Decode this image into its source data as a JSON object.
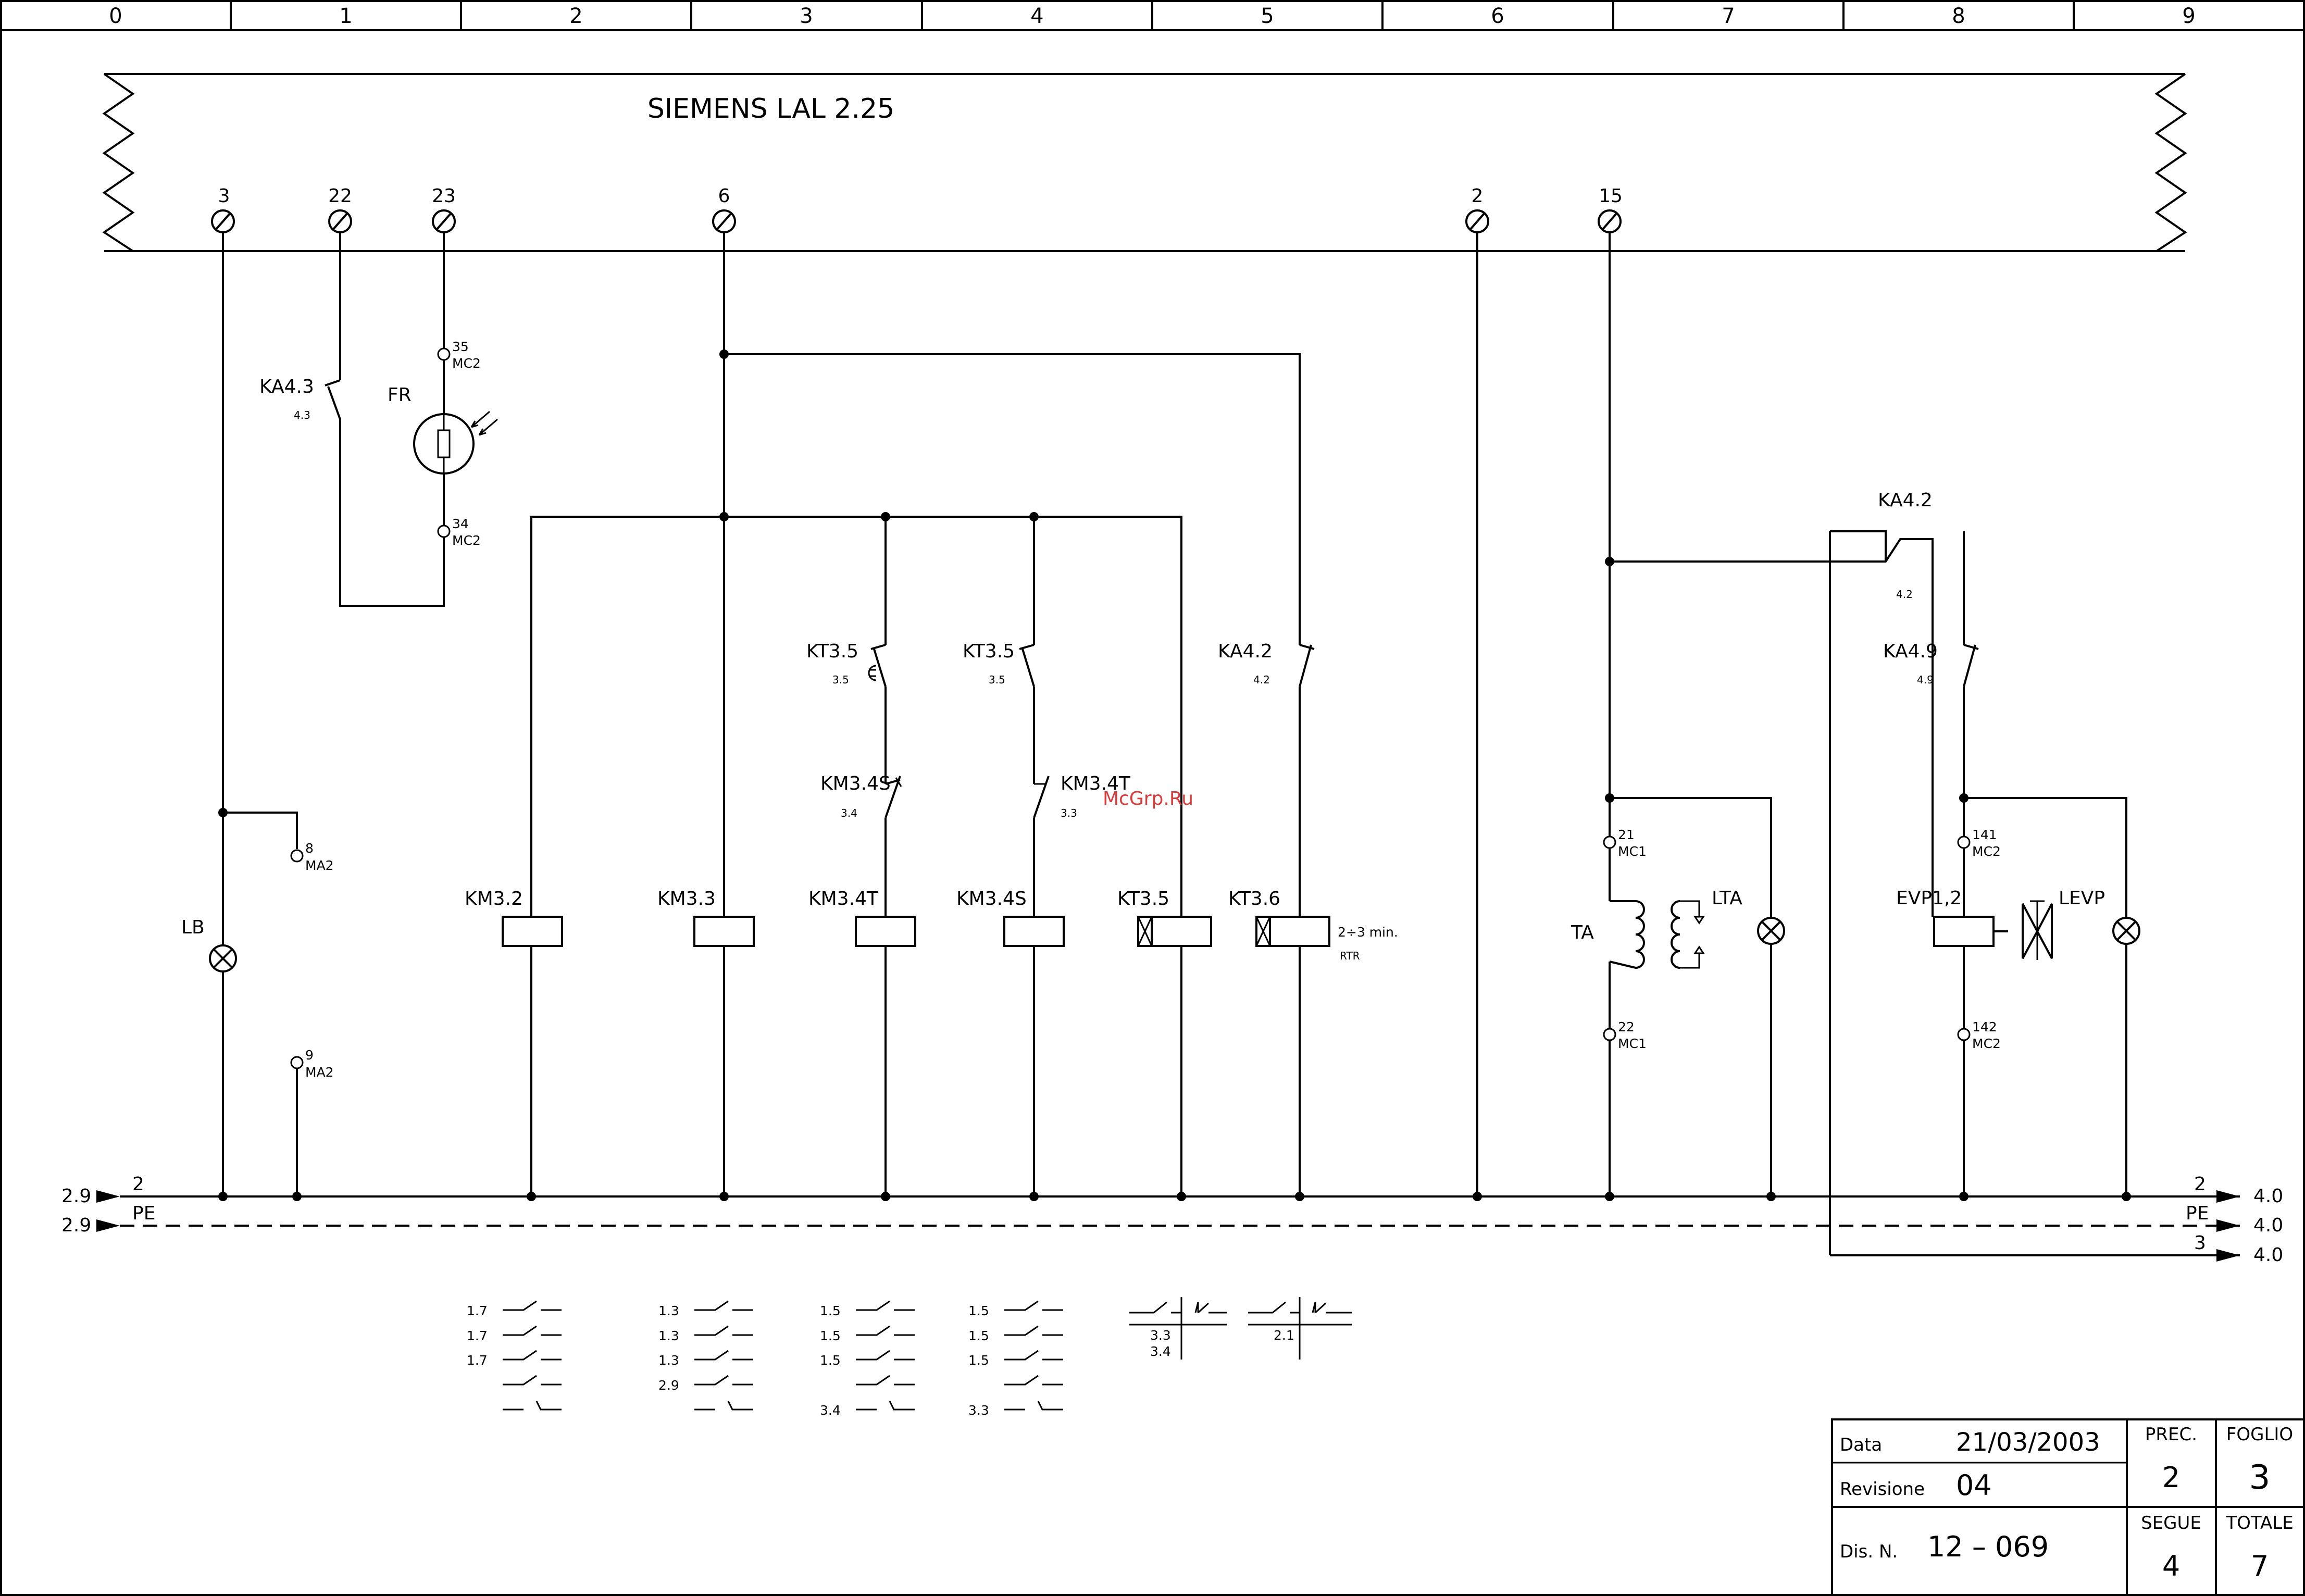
{
  "columns": [
    "0",
    "1",
    "2",
    "3",
    "4",
    "5",
    "6",
    "7",
    "8",
    "9"
  ],
  "controller": {
    "title": "SIEMENS LAL 2.25",
    "terminals": [
      "3",
      "22",
      "23",
      "6",
      "2",
      "15"
    ]
  },
  "labels": {
    "ka43": "KA4.3",
    "ka43_ref": "4.3",
    "fr": "FR",
    "t35": "35",
    "t35_mc": "MC2",
    "t34": "34",
    "t34_mc": "MC2",
    "t8": "8",
    "t8_ma": "MA2",
    "t9": "9",
    "t9_ma": "MA2",
    "lb": "LB",
    "kt35a": "KT3.5",
    "kt35a_ref": "3.5",
    "kt35b": "KT3.5",
    "kt35b_ref": "3.5",
    "km34s_c": "KM3.4S",
    "km34s_c_ref": "3.4",
    "km34t_c": "KM3.4T",
    "km34t_c_ref": "3.3",
    "ka42a": "KA4.2",
    "ka42a_ref": "4.2",
    "ka42b": "KA4.2",
    "ka42b_ref": "4.2",
    "ka49": "KA4.9",
    "ka49_ref": "4.9",
    "km32": "KM3.2",
    "km33": "KM3.3",
    "km34t": "KM3.4T",
    "km34s": "KM3.4S",
    "kt35": "KT3.5",
    "kt36": "KT3.6",
    "kt36_time": "2÷3 min.",
    "kt36_rtr": "RTR",
    "t21": "21",
    "t21_mc": "MC1",
    "t22": "22",
    "t22_mc": "MC1",
    "ta": "TA",
    "lta": "LTA",
    "t141": "141",
    "t141_mc": "MC2",
    "t142": "142",
    "t142_mc": "MC2",
    "evp": "EVP1,2",
    "levp": "LEVP",
    "watermark": "McGrp.Ru"
  },
  "rails": {
    "in_ref": "2.9",
    "out_ref": "4.0",
    "l2": "2",
    "pe": "PE",
    "l3": "3"
  },
  "contact_refs": {
    "km32": [
      "1.7",
      "1.7",
      "1.7"
    ],
    "km33": [
      "1.3",
      "1.3",
      "1.3",
      "2.9"
    ],
    "km34t": [
      "1.5",
      "1.5",
      "1.5",
      "3.4"
    ],
    "km34s": [
      "1.5",
      "1.5",
      "1.5",
      "3.3"
    ],
    "kt35": [
      "3.3",
      "3.4"
    ],
    "kt36": [
      "2.1"
    ]
  },
  "title_block": {
    "data_label": "Data",
    "data_value": "21/03/2003",
    "rev_label": "Revisione",
    "rev_value": "04",
    "dis_label": "Dis. N.",
    "dis_value": "12 – 069",
    "prec_label": "PREC.",
    "prec_value": "2",
    "foglio_label": "FOGLIO",
    "foglio_value": "3",
    "segue_label": "SEGUE",
    "segue_value": "4",
    "totale_label": "TOTALE",
    "totale_value": "7"
  }
}
